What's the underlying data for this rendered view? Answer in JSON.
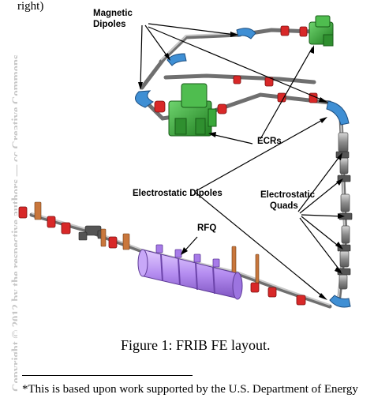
{
  "watermark": "Copyright © 2012 by the respective authors — cc Creative Commons",
  "fragment_text": "right)",
  "labels": {
    "magnetic_dipoles_line1": "Magnetic",
    "magnetic_dipoles_line2": "Dipoles",
    "ecrs": "ECRs",
    "electrostatic_dipoles": "Electrostatic Dipoles",
    "electrostatic_quads_line1": "Electrostatic",
    "electrostatic_quads_line2": "Quads",
    "rfq": "RFQ"
  },
  "caption": "Figure 1: FRIB FE layout.",
  "footnote": "*This is based upon work supported by the U.S. Department of Energy",
  "colors": {
    "dipole": "#3f8fd4",
    "ecr": "#3aa83a",
    "rfq": "#b48cf0",
    "solenoid": "#d82828",
    "beamline": "#8a8a8a"
  }
}
